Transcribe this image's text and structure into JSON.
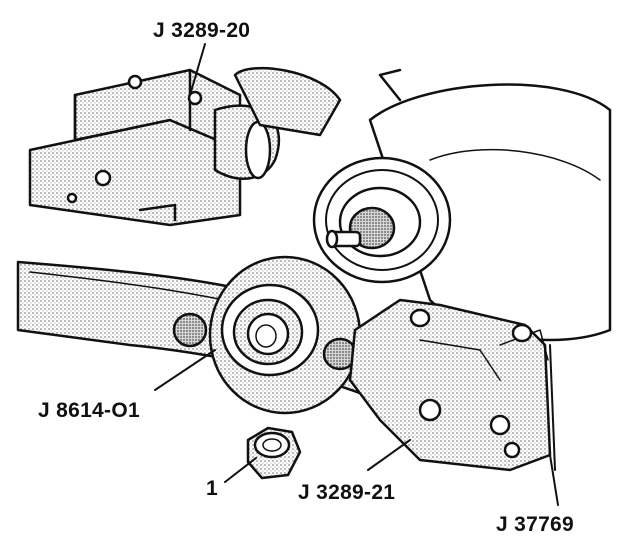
{
  "diagram": {
    "labels": {
      "tool_top": "J 3289-20",
      "tool_left": "J 8614-O1",
      "item_1": "1",
      "tool_bottom": "J 3289-21",
      "tool_right": "J 37769"
    },
    "colors": {
      "ink": "#111111",
      "stipple": "#bdbdbd",
      "paper": "#ffffff"
    }
  }
}
